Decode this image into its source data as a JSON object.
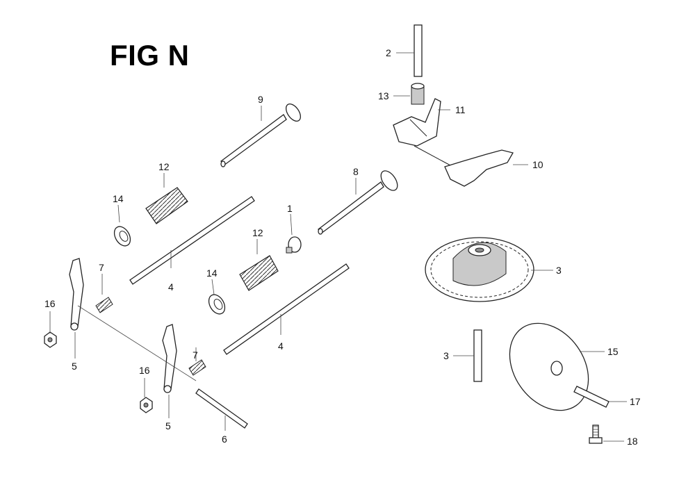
{
  "figure": {
    "title": "FIG N"
  },
  "callouts": [
    {
      "label": "1"
    },
    {
      "label": "2"
    },
    {
      "label": "3"
    },
    {
      "label": "3"
    },
    {
      "label": "4"
    },
    {
      "label": "4"
    },
    {
      "label": "5"
    },
    {
      "label": "5"
    },
    {
      "label": "6"
    },
    {
      "label": "7"
    },
    {
      "label": "7"
    },
    {
      "label": "8"
    },
    {
      "label": "9"
    },
    {
      "label": "10"
    },
    {
      "label": "11"
    },
    {
      "label": "12"
    },
    {
      "label": "12"
    },
    {
      "label": "13"
    },
    {
      "label": "14"
    },
    {
      "label": "14"
    },
    {
      "label": "15"
    },
    {
      "label": "16"
    },
    {
      "label": "16"
    },
    {
      "label": "17"
    },
    {
      "label": "18"
    }
  ]
}
